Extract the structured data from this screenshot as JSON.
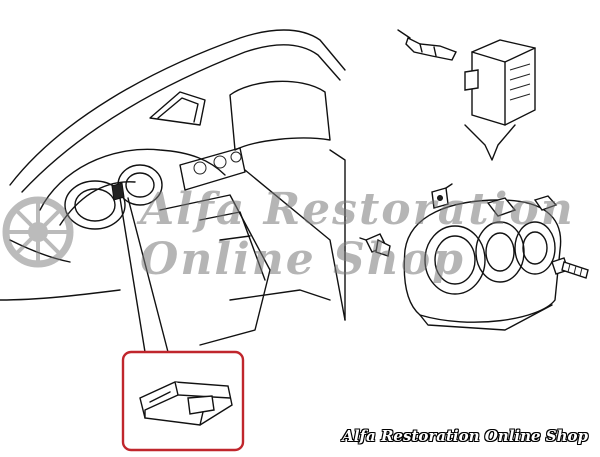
{
  "watermark": {
    "line1": "Alfa Restoration",
    "line2": "Online Shop",
    "footer": "Alfa Restoration Online Shop"
  },
  "colors": {
    "highlight_box": "#c0262c",
    "watermark_gray": "#8a8a8a",
    "ink": "#111111"
  },
  "icons": [
    "wheel-watermark-icon"
  ]
}
